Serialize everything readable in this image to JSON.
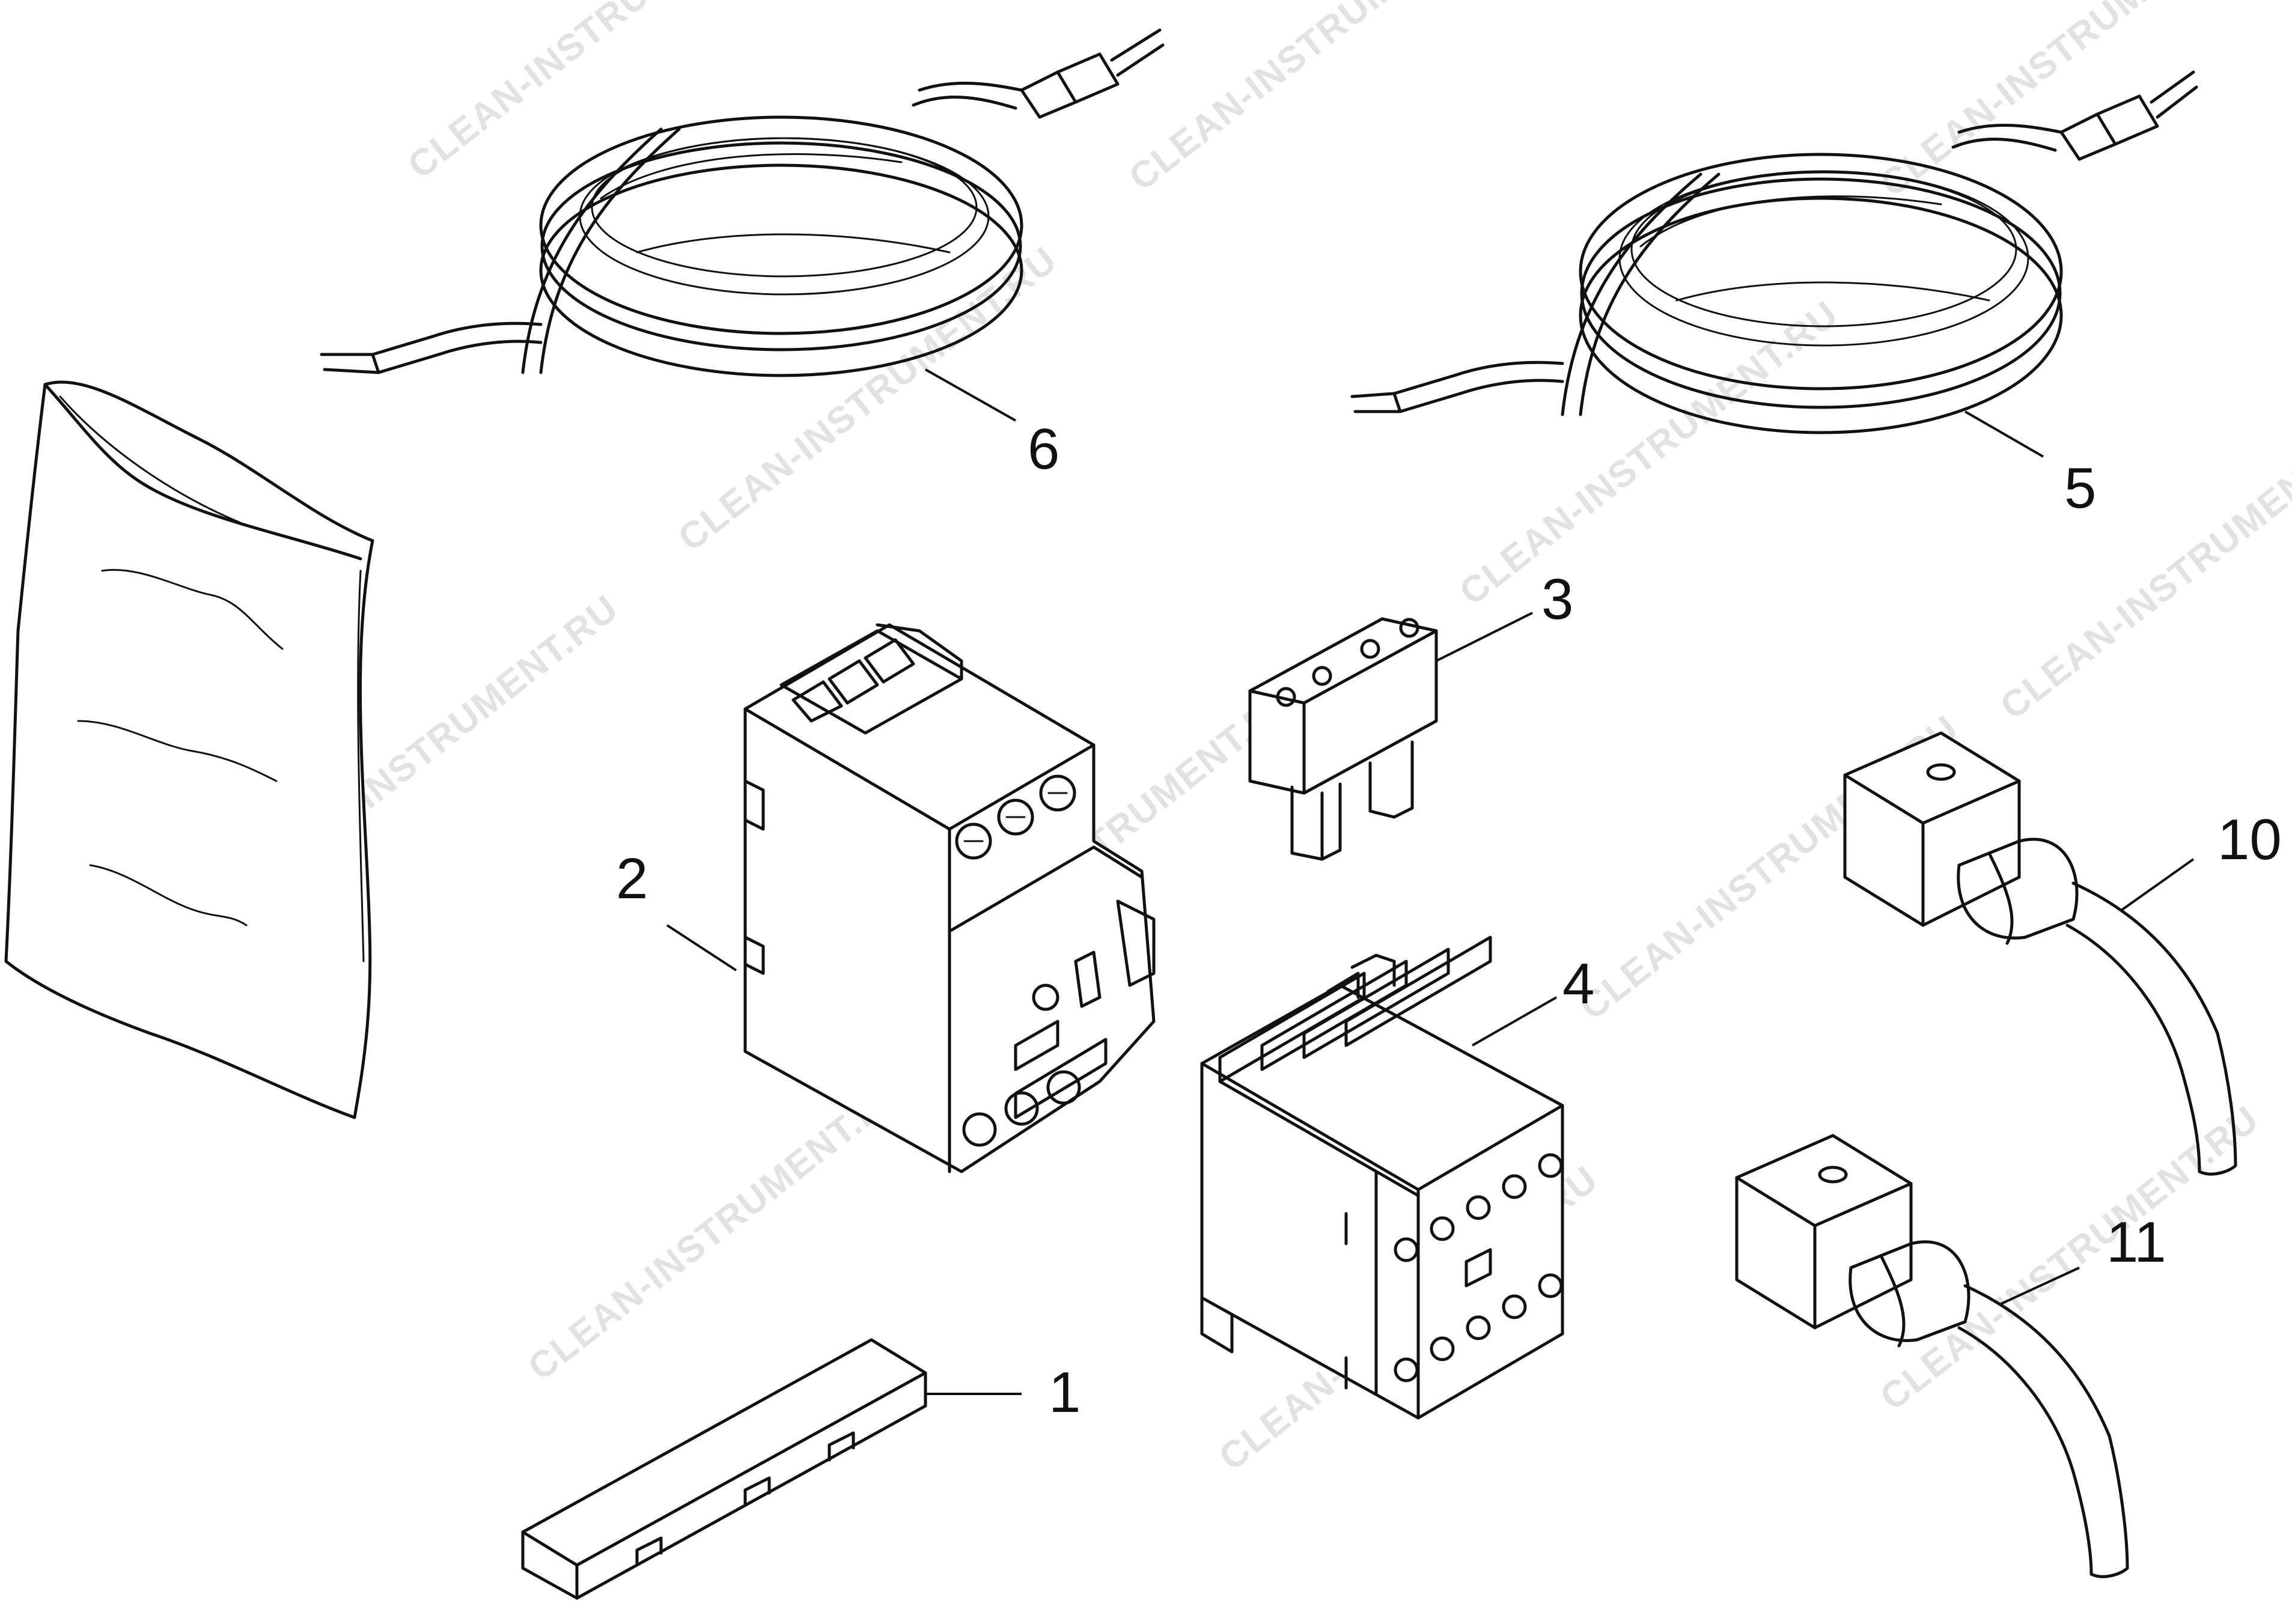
{
  "watermark": "CLEAN-INSTRUMENT.RU",
  "callouts": {
    "c1": "1",
    "c2": "2",
    "c3": "3",
    "c4": "4",
    "c5": "5",
    "c6": "6",
    "c10": "10",
    "c11": "11"
  },
  "colors": {
    "line": "#111111",
    "background": "#ffffff",
    "watermark": "#e2e2e2"
  }
}
